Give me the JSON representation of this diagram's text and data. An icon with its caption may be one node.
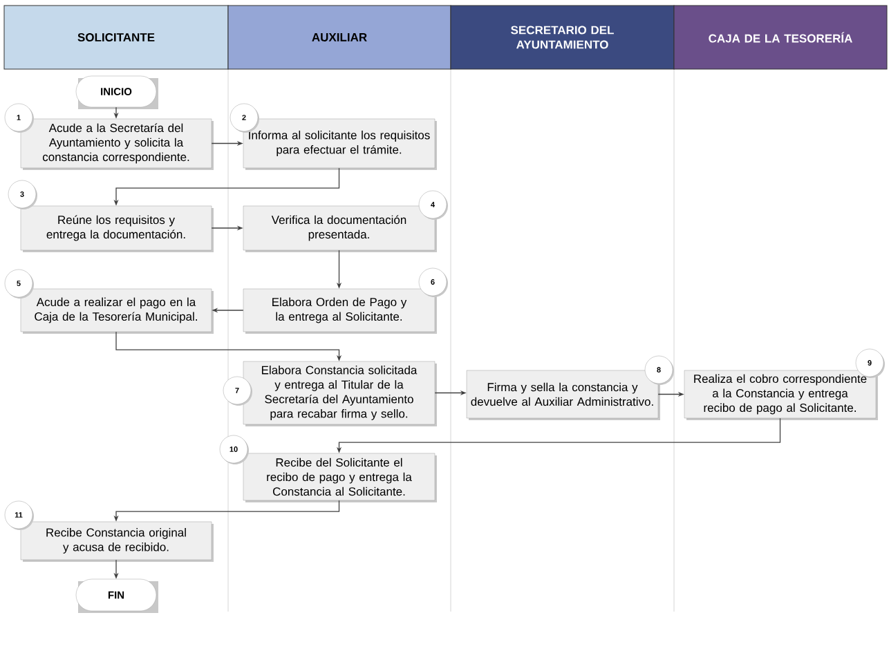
{
  "diagram": {
    "nodes": [
      {
        "text": [
          "SOLICITANTE"
        ]
      },
      {
        "text": [
          "AUXILIAR"
        ]
      },
      {
        "text": [
          "SECRETARIO DEL AYUNTAMIENTO"
        ]
      },
      {
        "text": [
          "CAJA DE LA TESORERÍA"
        ]
      },
      {
        "text": [
          "INICIO"
        ]
      },
      {
        "text": [
          "1"
        ]
      },
      {
        "text": [
          "Acude a la Secretaría del Ayuntamiento y solicita la constancia correspondiente."
        ]
      },
      {
        "text": [
          "2"
        ]
      },
      {
        "text": [
          "Informa al solicitante los requisitos para efectuar el trámite."
        ]
      },
      {
        "text": [
          "3"
        ]
      },
      {
        "text": [
          "Reúne los requisitos y entrega la documentación."
        ]
      },
      {
        "text": [
          "4"
        ]
      },
      {
        "text": [
          "Verifica la documentación presentada."
        ]
      },
      {
        "text": [
          "5"
        ]
      },
      {
        "text": [
          "Acude a realizar el pago en la Caja de la Tesorería Municipal."
        ]
      },
      {
        "text": [
          "6"
        ]
      },
      {
        "text": [
          "Elabora Orden de Pago y la entrega al Solicitante."
        ]
      },
      {
        "text": [
          "7"
        ]
      },
      {
        "text": [
          "Elabora Constancia solicitada y entrega al Titular de la Secretaría del Ayuntamiento para recabar firma y sello."
        ]
      },
      {
        "text": [
          "8"
        ]
      },
      {
        "text": [
          "Firma y sella la constancia y devuelve al Auxiliar Administrativo."
        ]
      },
      {
        "text": [
          "9"
        ]
      },
      {
        "text": [
          "Realiza el cobro correspondiente a la Constancia y entrega recibo de pago al Solicitante."
        ]
      },
      {
        "text": [
          "10"
        ]
      },
      {
        "text": [
          "Recibe del Solicitante el recibo de pago y entrega la Constancia al Solicitante."
        ]
      },
      {
        "text": [
          "11"
        ]
      },
      {
        "text": [
          "Recibe Constancia original y acusa de recibido."
        ]
      },
      {
        "text": [
          "FIN"
        ]
      }
    ],
    "edges": [
      {
        "from": 4,
        "to": 6,
        "arrow": "to"
      },
      {
        "from": 6,
        "to": 8,
        "arrow": "to"
      },
      {
        "from": 8,
        "to": 10,
        "arrow": "to"
      },
      {
        "from": 10,
        "to": 12,
        "arrow": "to"
      },
      {
        "from": 12,
        "to": 16,
        "arrow": "to"
      },
      {
        "from": 16,
        "to": 14,
        "arrow": "to"
      },
      {
        "from": 14,
        "to": 18,
        "arrow": "to"
      },
      {
        "from": 18,
        "to": 20,
        "arrow": "to"
      },
      {
        "from": 20,
        "to": 22,
        "arrow": "to"
      },
      {
        "from": 22,
        "to": 24,
        "arrow": "to"
      },
      {
        "from": 24,
        "to": 26,
        "arrow": "to"
      },
      {
        "from": 26,
        "to": 27,
        "arrow": "to"
      }
    ]
  }
}
